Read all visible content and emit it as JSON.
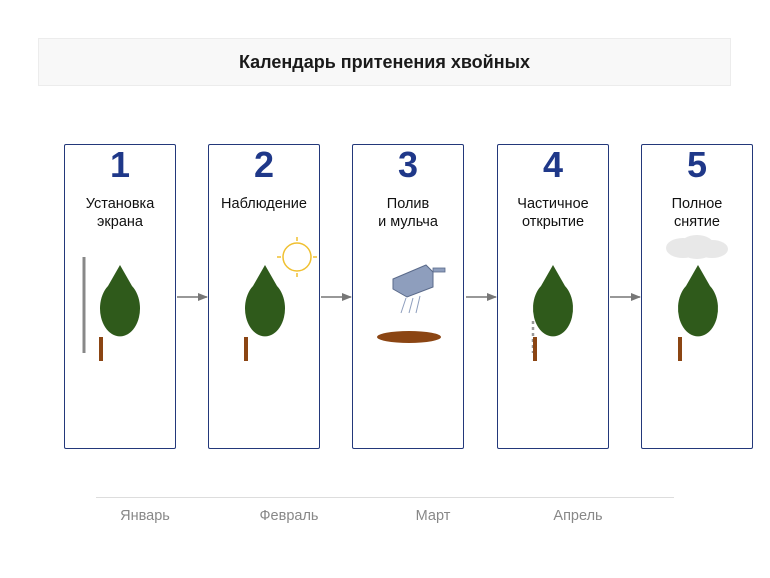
{
  "title": "Календарь притенения хвойных",
  "steps": [
    {
      "number": "1",
      "label": "Установка\nэкрана",
      "icon": "screen-icon"
    },
    {
      "number": "2",
      "label": "Наблюдение",
      "icon": "sun-icon"
    },
    {
      "number": "3",
      "label": "Полив\nи мульча",
      "icon": "watering-can-icon"
    },
    {
      "number": "4",
      "label": "Частичное\nоткрытие",
      "icon": "partial-screen-icon"
    },
    {
      "number": "5",
      "label": "Полное\nснятие",
      "icon": "cloud-icon"
    }
  ],
  "months": [
    "Январь",
    "Февраль",
    "Март",
    "Апрель"
  ],
  "colors": {
    "border": "#23387a",
    "number": "#1f3889",
    "tree_crown": "#2f5a1b",
    "trunk": "#8b4513",
    "sun": "#f0c030",
    "can": "#8e9ebd",
    "mulch": "#8b4513",
    "cloud": "#e8e8e8",
    "arrow": "#777777"
  }
}
